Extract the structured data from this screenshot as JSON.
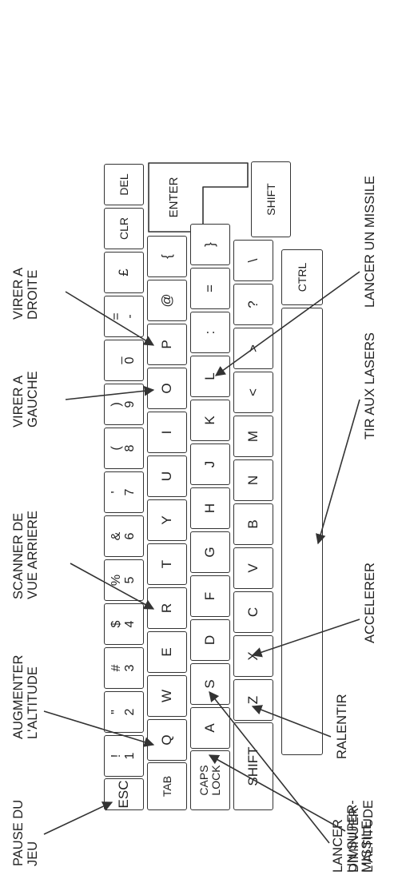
{
  "keys": {
    "esc": "ESC",
    "excl": "!",
    "one": "1",
    "quote": "\"",
    "two": "2",
    "hash": "#",
    "three": "3",
    "dollar": "$",
    "four": "4",
    "percent": "%",
    "five": "5",
    "amp": "&",
    "six": "6",
    "apos": "'",
    "seven": "7",
    "lparen": "(",
    "eight": "8",
    "rparen": ")",
    "nine": "9",
    "underscore": "_",
    "zero": "0",
    "equals": "=",
    "minus": "-",
    "pound": "£",
    "clr": "CLR",
    "del": "DEL",
    "tab": "TAB",
    "q": "Q",
    "w": "W",
    "e": "E",
    "r": "R",
    "t": "T",
    "y": "Y",
    "u": "U",
    "i": "I",
    "o": "O",
    "p": "P",
    "at": "@",
    "lbrace": "{",
    "enter": "ENTER",
    "caps1": "CAPS",
    "caps2": "LOCK",
    "a": "A",
    "s": "S",
    "d": "D",
    "f": "F",
    "g": "G",
    "h": "H",
    "j": "J",
    "k": "K",
    "l": "L",
    "colon": ":",
    "equal2": "=",
    "rbrace": "}",
    "shift_left": "SHIFT",
    "z": "Z",
    "x": "X",
    "c": "C",
    "v": "V",
    "b": "B",
    "n": "N",
    "m": "M",
    "lt": "<",
    "gt": ">",
    "question": "?",
    "backslash": "\\",
    "shift_right": "SHIFT",
    "ctrl": "CTRL"
  },
  "labels": {
    "pause": [
      "PAUSE DU",
      "JEU"
    ],
    "augmenter": [
      "AUGMENTER",
      "L'ALTITUDE"
    ],
    "scanner": [
      "SCANNER DE",
      "VUE ARRIERE"
    ],
    "virer_gauche": [
      "VIRER A",
      "GAUCHE"
    ],
    "virer_droite": [
      "VIRER A",
      "DROITE"
    ],
    "diminuer": [
      "DIMINUER",
      "L'ALTITUDE"
    ],
    "lancer_super": [
      "LANCER",
      "UN SUPER-",
      "MISSILE"
    ],
    "ralentir": "RALENTIR",
    "accelerer": "ACCELERER",
    "tir_lasers": "TIR AUX LASERS",
    "lancer_missile": "LANCER UN MISSILE"
  }
}
